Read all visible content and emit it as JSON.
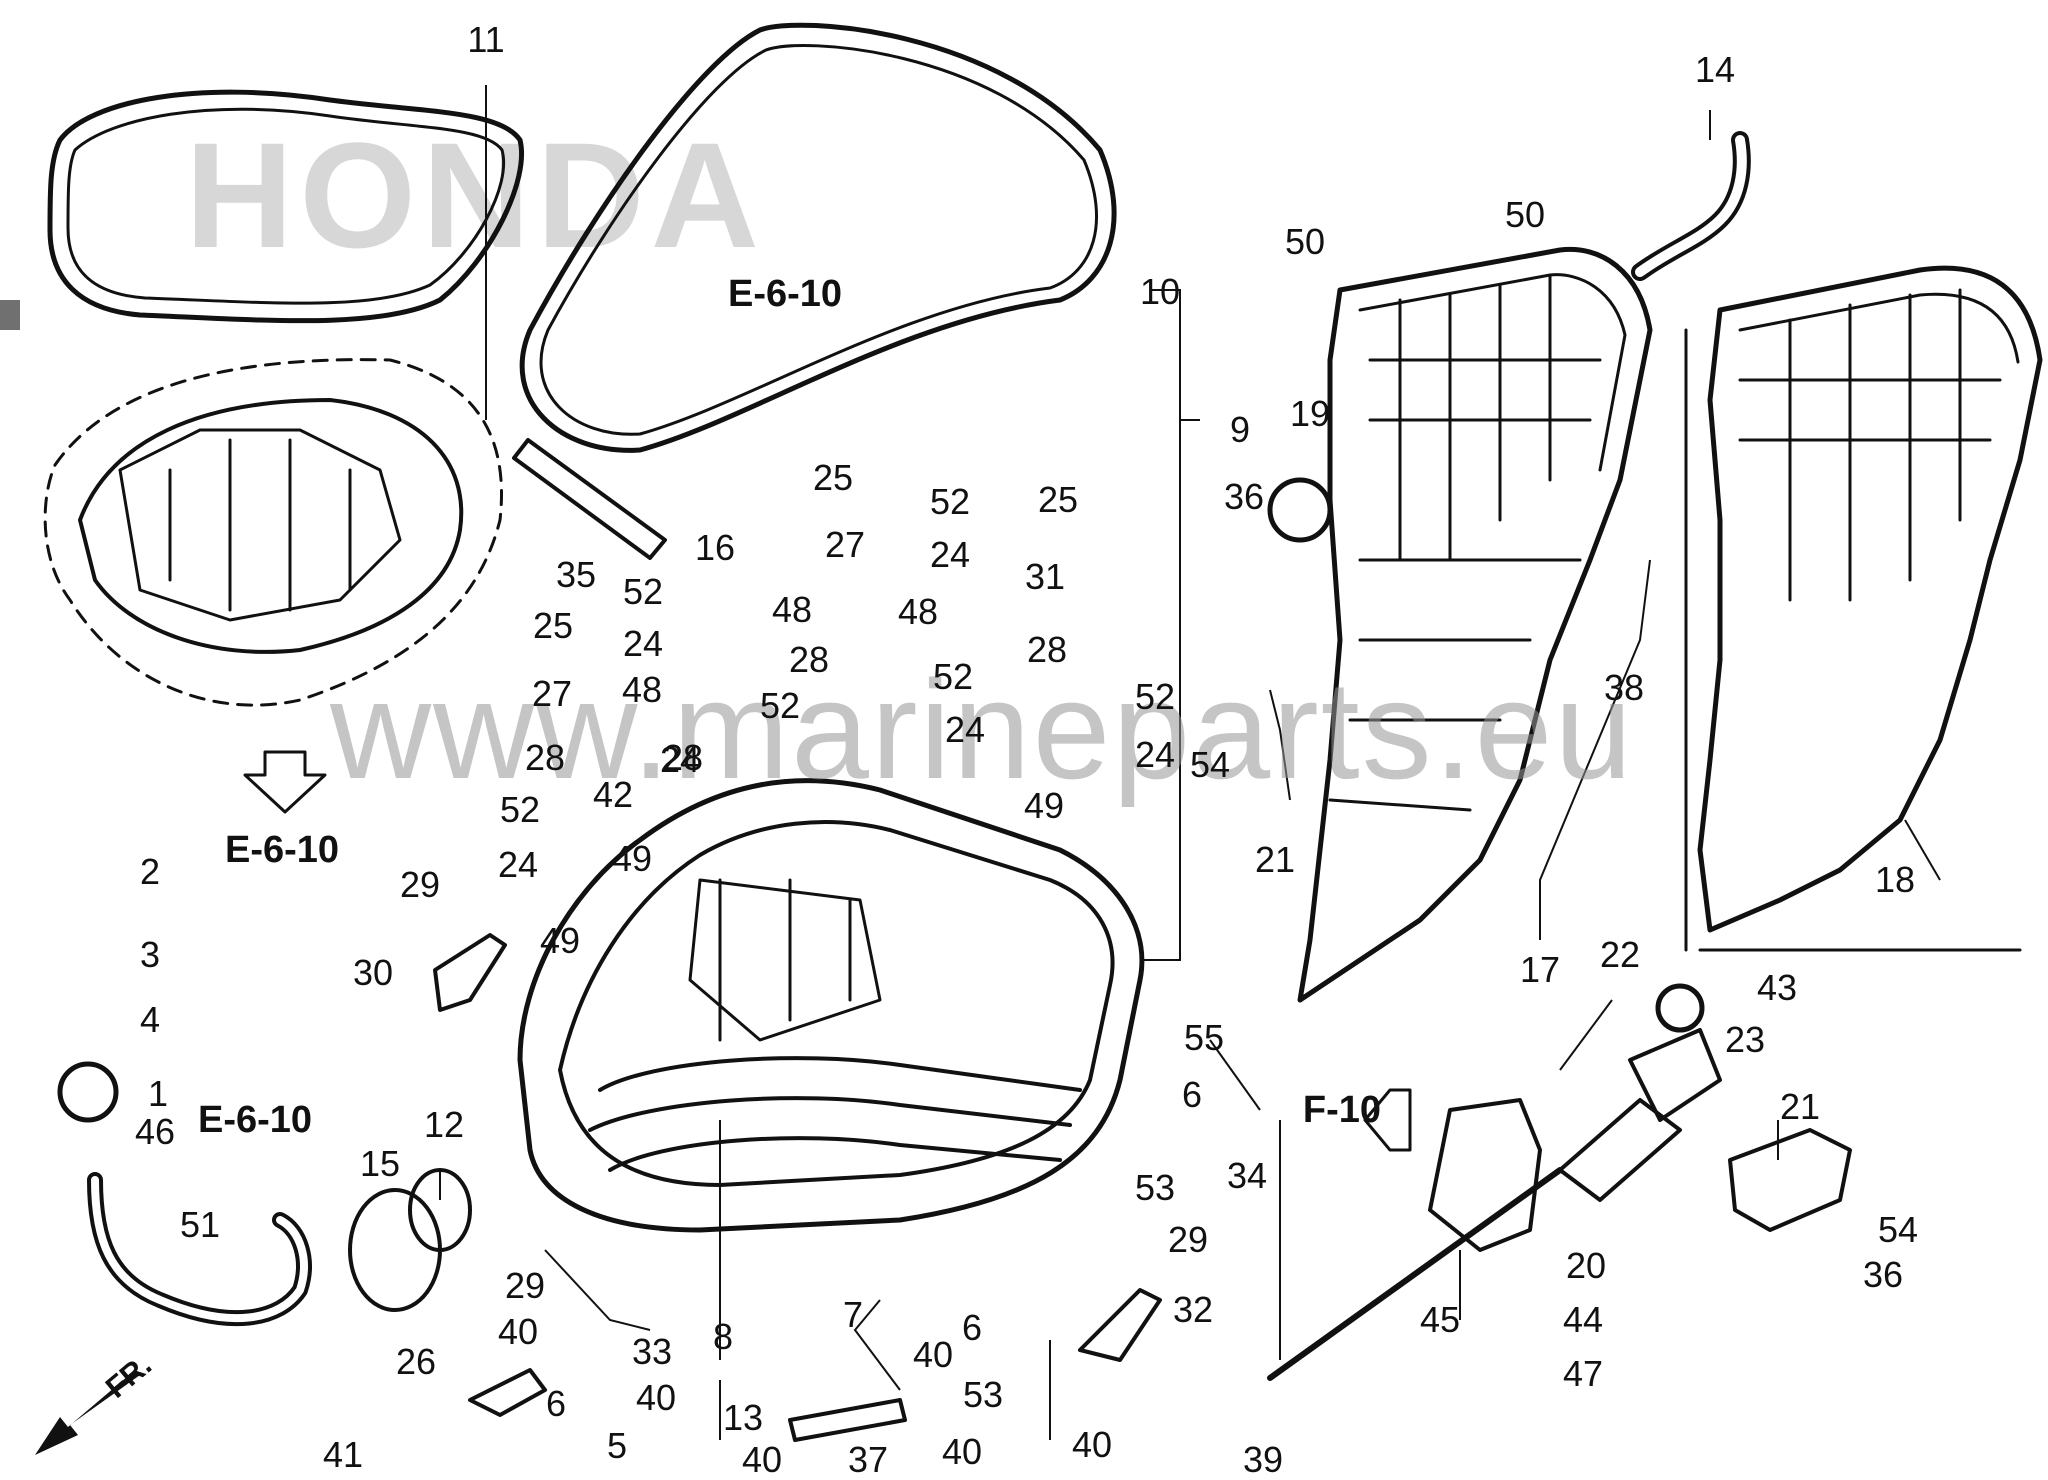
{
  "watermark": {
    "brand": "HONDA",
    "site": "www.marineparts.eu"
  },
  "direction_label": "FR.",
  "references": [
    "E-6-10",
    "E-6-10",
    "E-6-10",
    "F-10"
  ],
  "callouts": [
    "1",
    "2",
    "3",
    "4",
    "5",
    "6",
    "6",
    "6",
    "7",
    "8",
    "9",
    "10",
    "11",
    "12",
    "13",
    "14",
    "15",
    "16",
    "17",
    "18",
    "19",
    "20",
    "21",
    "21",
    "22",
    "23",
    "24",
    "24",
    "24",
    "24",
    "24",
    "24",
    "25",
    "25",
    "25",
    "26",
    "27",
    "27",
    "28",
    "28",
    "28",
    "28",
    "29",
    "29",
    "29",
    "30",
    "31",
    "32",
    "33",
    "34",
    "35",
    "36",
    "36",
    "37",
    "38",
    "39",
    "40",
    "40",
    "40",
    "40",
    "40",
    "40",
    "41",
    "42",
    "43",
    "44",
    "45",
    "46",
    "47",
    "48",
    "48",
    "48",
    "49",
    "49",
    "49",
    "50",
    "50",
    "51",
    "52",
    "52",
    "52",
    "52",
    "52",
    "52",
    "53",
    "53",
    "54",
    "54",
    "55"
  ]
}
